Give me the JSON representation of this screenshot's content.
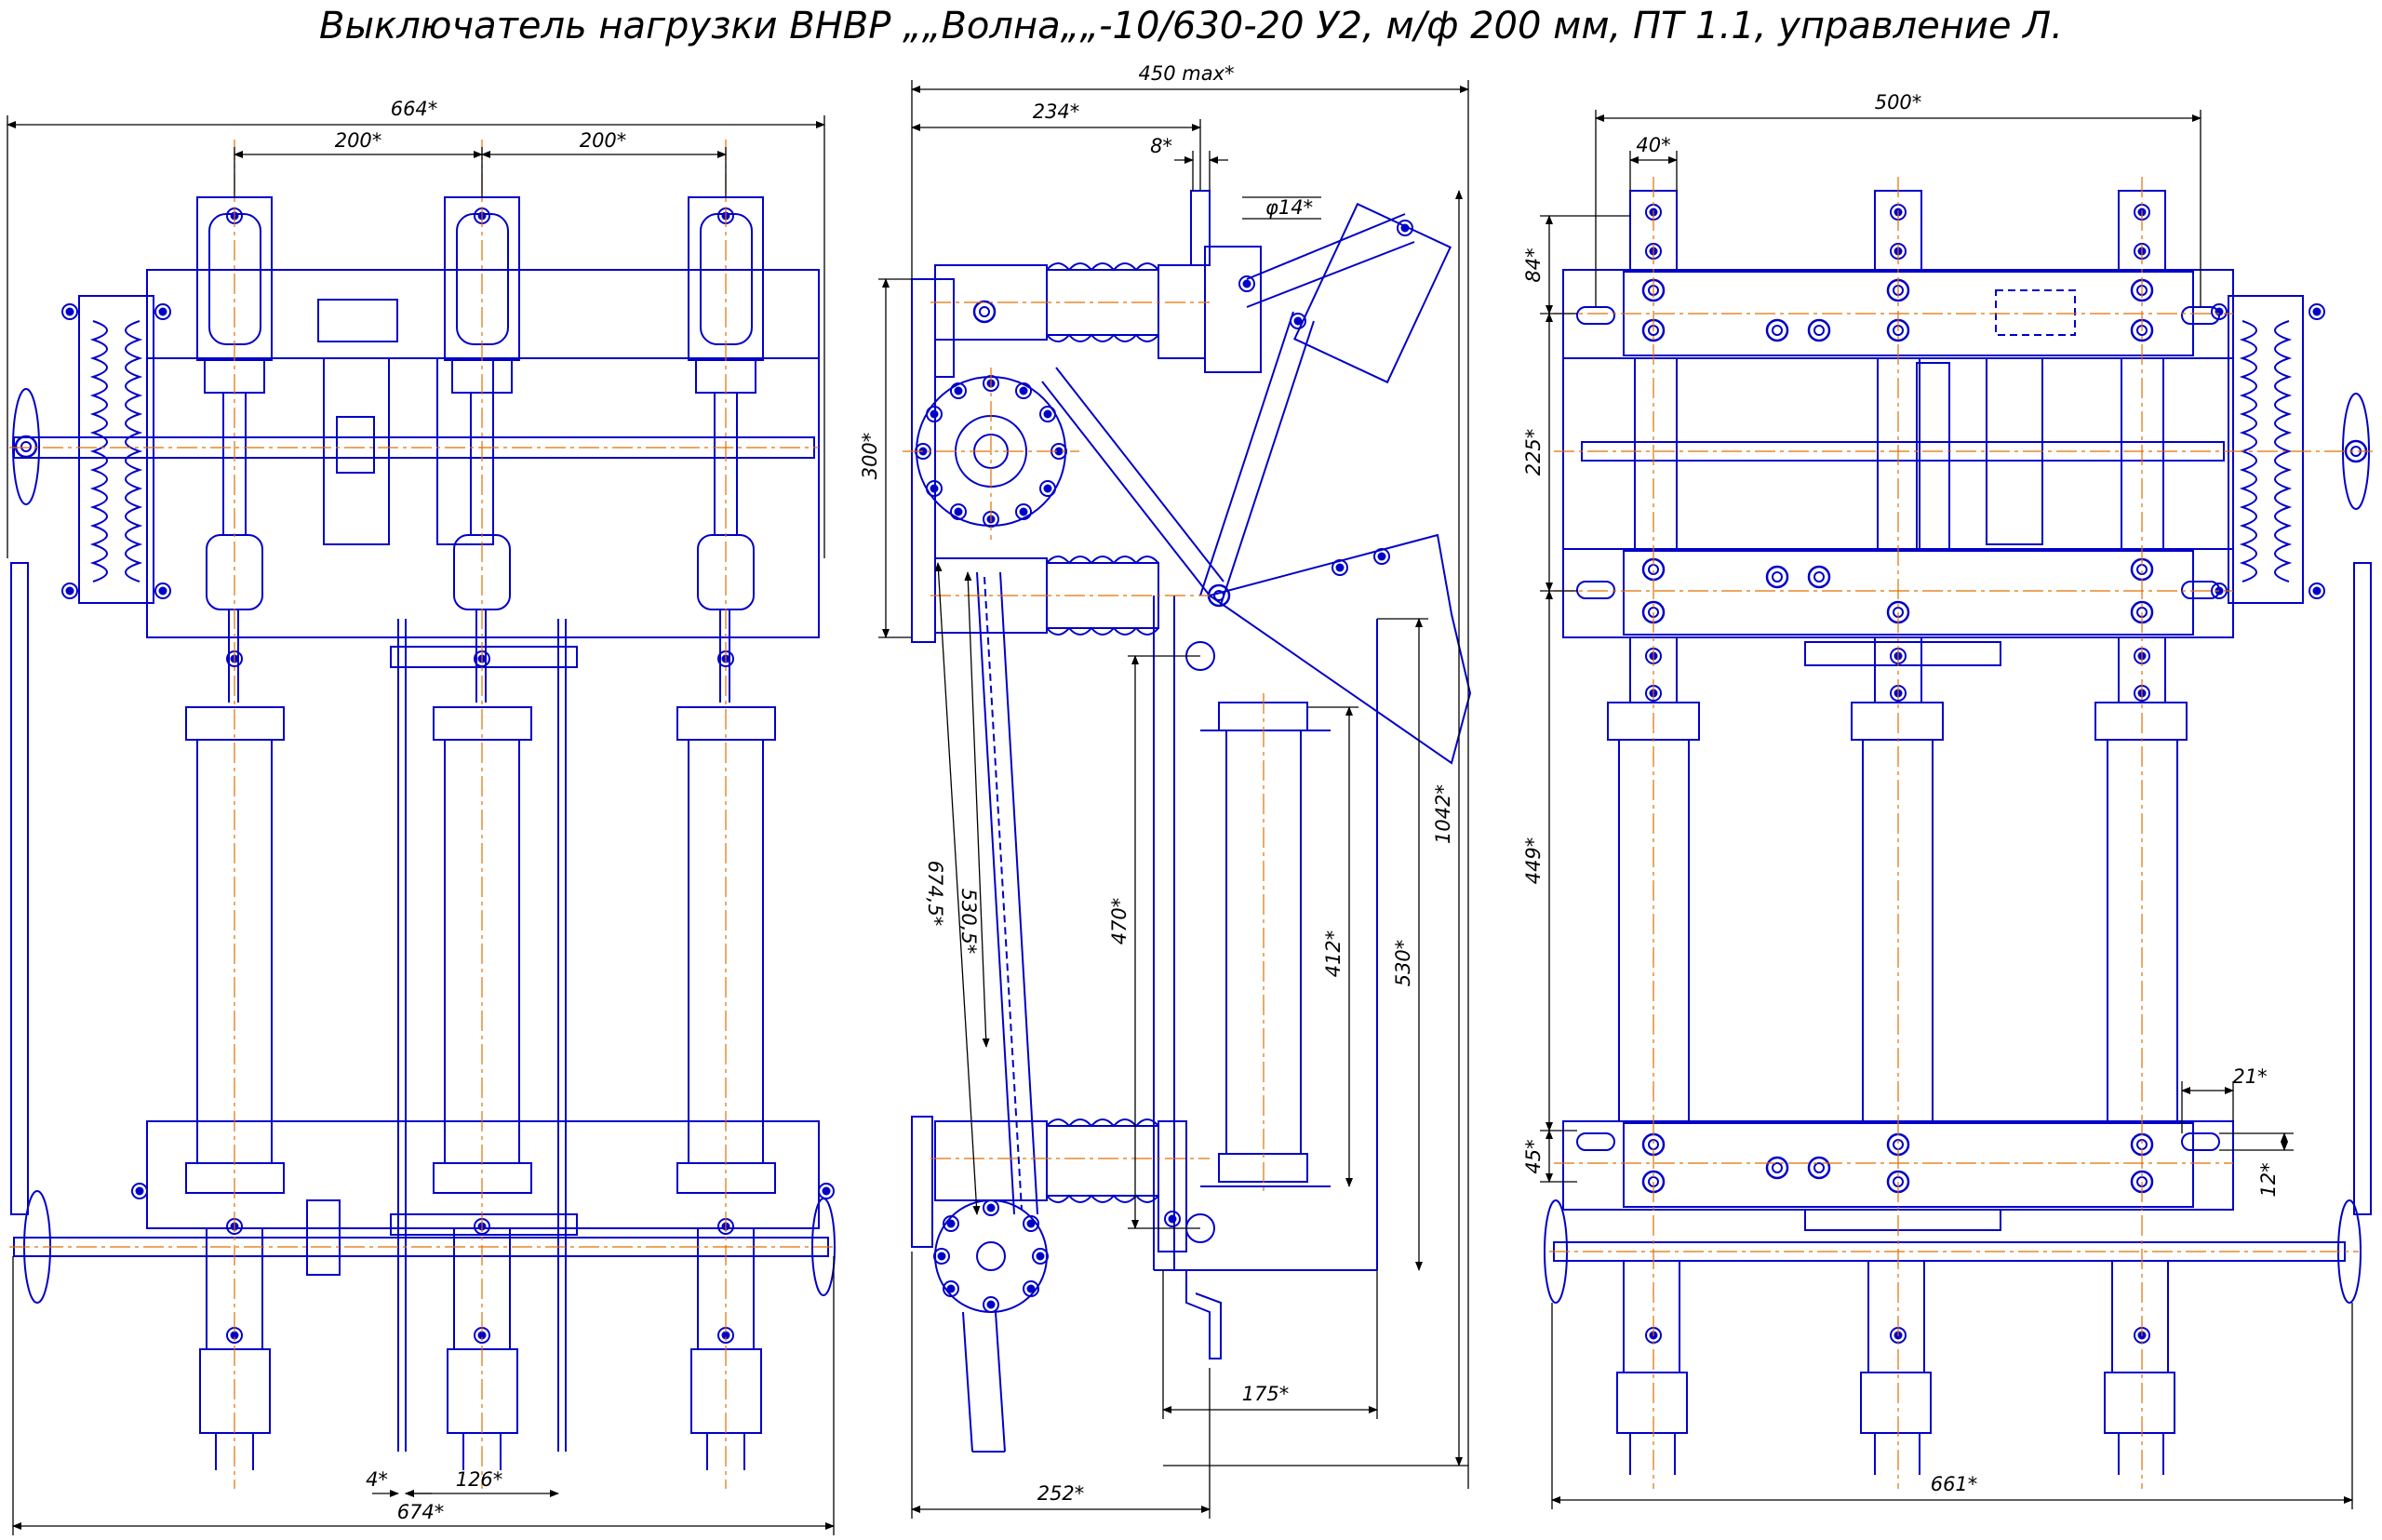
{
  "title": "Выключатель нагрузки ВНВР „„Волна„„-10/630-20 У2, м/ф 200 мм, ПТ 1.1, управление Л.",
  "colors": {
    "line": "#0000c8",
    "axis": "#e07000",
    "dim": "#000000",
    "background": "#ffffff"
  },
  "views": {
    "front": {
      "dims": {
        "overall_width": "664*",
        "pitch_left": "200*",
        "pitch_right": "200*",
        "offset": "4*",
        "spacing": "126*",
        "overall_bottom": "674*"
      }
    },
    "side": {
      "dims": {
        "max_width": "450 max*",
        "w234": "234*",
        "w8": "8*",
        "dia14": "φ14*",
        "h300": "300*",
        "h674": "674,5*",
        "h530_5": "530,5*",
        "h470": "470*",
        "h412": "412*",
        "h530": "530*",
        "h1042": "1042*",
        "w175": "175*",
        "w252": "252*"
      }
    },
    "rear": {
      "dims": {
        "w500": "500*",
        "w40": "40*",
        "h84": "84*",
        "h225": "225*",
        "h449": "449*",
        "h45": "45*",
        "w21": "21*",
        "h12": "12*",
        "w661": "661*"
      }
    }
  }
}
